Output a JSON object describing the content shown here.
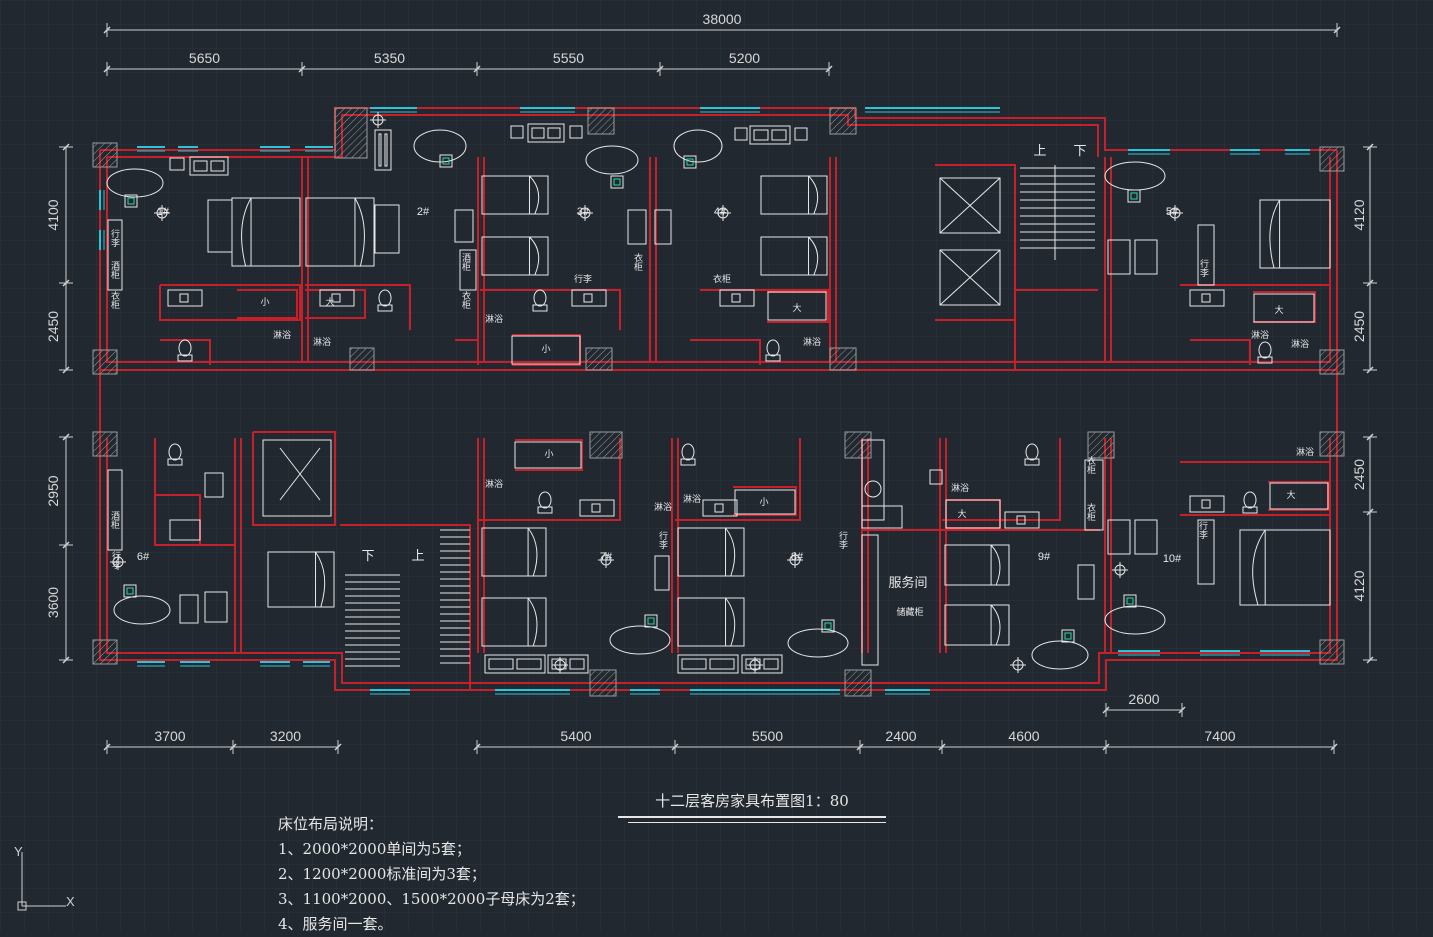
{
  "drawing": {
    "title": "十二层客房家具布置图1：80",
    "notes": {
      "heading": "床位布局说明：",
      "lines": [
        "1、2000*2000单间为5套；",
        "2、1200*2000标准间为3套；",
        "3、1100*2000、1500*2000子母床为2套；",
        "4、服务间一套。"
      ]
    },
    "dimensions": {
      "overall_top": "38000",
      "top": [
        "5650",
        "5350",
        "5550",
        "5200"
      ],
      "bottom": [
        "3700",
        "3200",
        "5400",
        "5500",
        "2400",
        "4600",
        "7400"
      ],
      "bottom_extra": "2600",
      "left": [
        "4100",
        "2450",
        "2950",
        "3600"
      ],
      "right": [
        "4120",
        "2450",
        "2450",
        "4120"
      ]
    },
    "rooms": [
      "1#",
      "2#",
      "3#",
      "4#",
      "5#",
      "6#",
      "7#",
      "8#",
      "9#",
      "10#"
    ],
    "labels": {
      "service": "服务间",
      "linen": "储藏柜",
      "up": "上",
      "down": "下",
      "shower": "淋浴",
      "small": "小",
      "big": "大",
      "luggage": "行李",
      "wardrobe": "衣柜",
      "wine": "酒柜"
    },
    "ucs": {
      "x": "X",
      "y": "Y"
    },
    "colors": {
      "background": "#212830",
      "grid": "#2c3540",
      "wall": "#c8202a",
      "furniture": "#e8e8e8",
      "window": "#2bc4d8",
      "column": "#6a6a6a"
    }
  }
}
